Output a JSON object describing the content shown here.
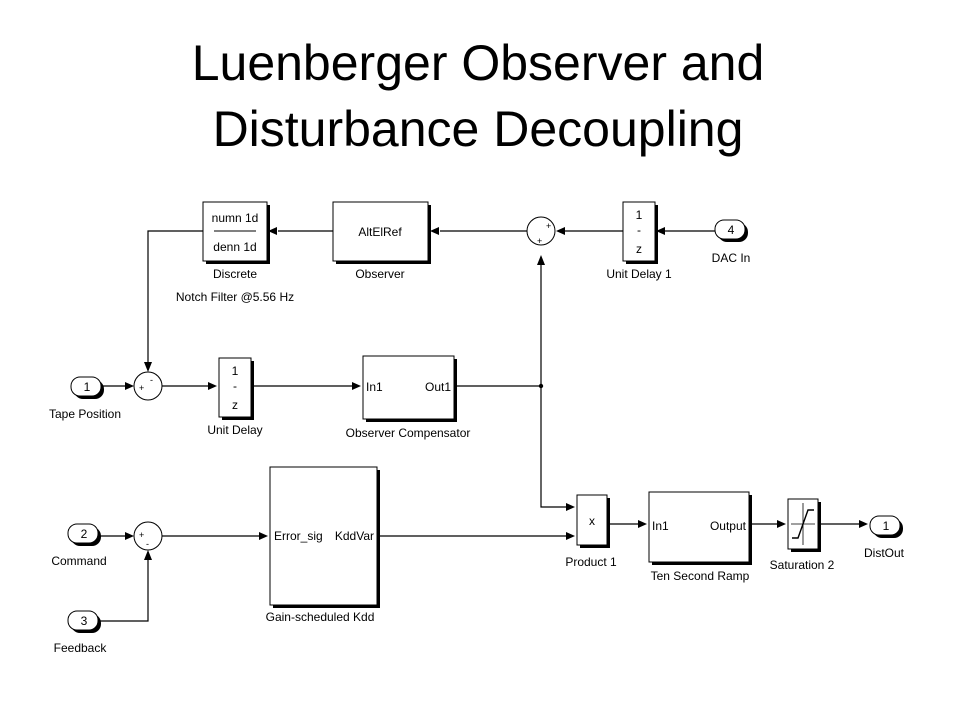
{
  "title": {
    "line1": "Luenberger Observer and",
    "line2": "Disturbance Decoupling"
  },
  "blocks": {
    "discrete_tf": {
      "num": "numn 1d",
      "den": "denn 1d",
      "label1": "Discrete",
      "label2": "Notch Filter  @5.56 Hz"
    },
    "observer": {
      "text": "AltElRef",
      "label": "Observer"
    },
    "unit_delay_1": {
      "num": "1",
      "dash": "-",
      "den": "z",
      "label": "Unit Delay 1"
    },
    "dac_in": {
      "port": "4",
      "label": "DAC In"
    },
    "tape_position": {
      "port": "1",
      "label": "Tape Position"
    },
    "unit_delay": {
      "num": "1",
      "dash": "-",
      "den": "z",
      "label": "Unit Delay"
    },
    "observer_comp": {
      "in": "In1",
      "out": "Out1",
      "label": "Observer Compensator"
    },
    "command": {
      "port": "2",
      "label": "Command"
    },
    "feedback": {
      "port": "3",
      "label": "Feedback"
    },
    "gain_kdd": {
      "in": "Error_sig",
      "out": "KddVar",
      "label": "Gain-scheduled Kdd"
    },
    "product": {
      "text": "x",
      "label": "Product 1"
    },
    "ramp": {
      "in": "In1",
      "out": "Output",
      "label": "Ten Second Ramp"
    },
    "saturation": {
      "label": "Saturation 2"
    },
    "dist_out": {
      "port": "1",
      "label": "DistOut"
    },
    "sum_top": {
      "s1": "+",
      "s2": "+"
    },
    "sum_mid": {
      "s1": "-",
      "s2": "+"
    },
    "sum_bot": {
      "s1": "+",
      "s2": "-"
    }
  }
}
